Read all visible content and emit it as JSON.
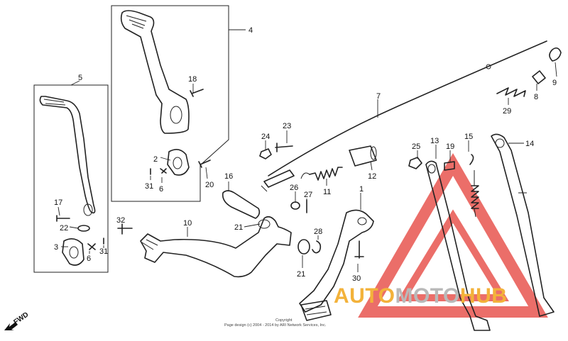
{
  "callouts": {
    "c1": "1",
    "c2": "2",
    "c3": "3",
    "c4": "4",
    "c5": "5",
    "c6a": "6",
    "c6b": "6",
    "c7": "7",
    "c8": "8",
    "c9": "9",
    "c10": "10",
    "c11": "11",
    "c12": "12",
    "c13": "13",
    "c14": "14",
    "c15": "15",
    "c16": "16",
    "c17": "17",
    "c18": "18",
    "c19": "19",
    "c20": "20",
    "c21a": "21",
    "c21b": "21",
    "c22": "22",
    "c23": "23",
    "c24": "24",
    "c25": "25",
    "c26": "26",
    "c27": "27",
    "c28": "28",
    "c29": "29",
    "c30": "30",
    "c31a": "31",
    "c31b": "31",
    "c32": "32"
  },
  "fwd_label": "FWD",
  "watermark": {
    "part1": "AUTO",
    "part2": "MOTO",
    "part3": "HUB",
    "color_orange": "#f3b23a",
    "color_red": "#e8554f",
    "color_gray": "#b9b9b9"
  },
  "copyright": {
    "line1": "Copyright",
    "line2": "Page design (c) 2004 - 2014 by ARI Network Services, Inc."
  }
}
